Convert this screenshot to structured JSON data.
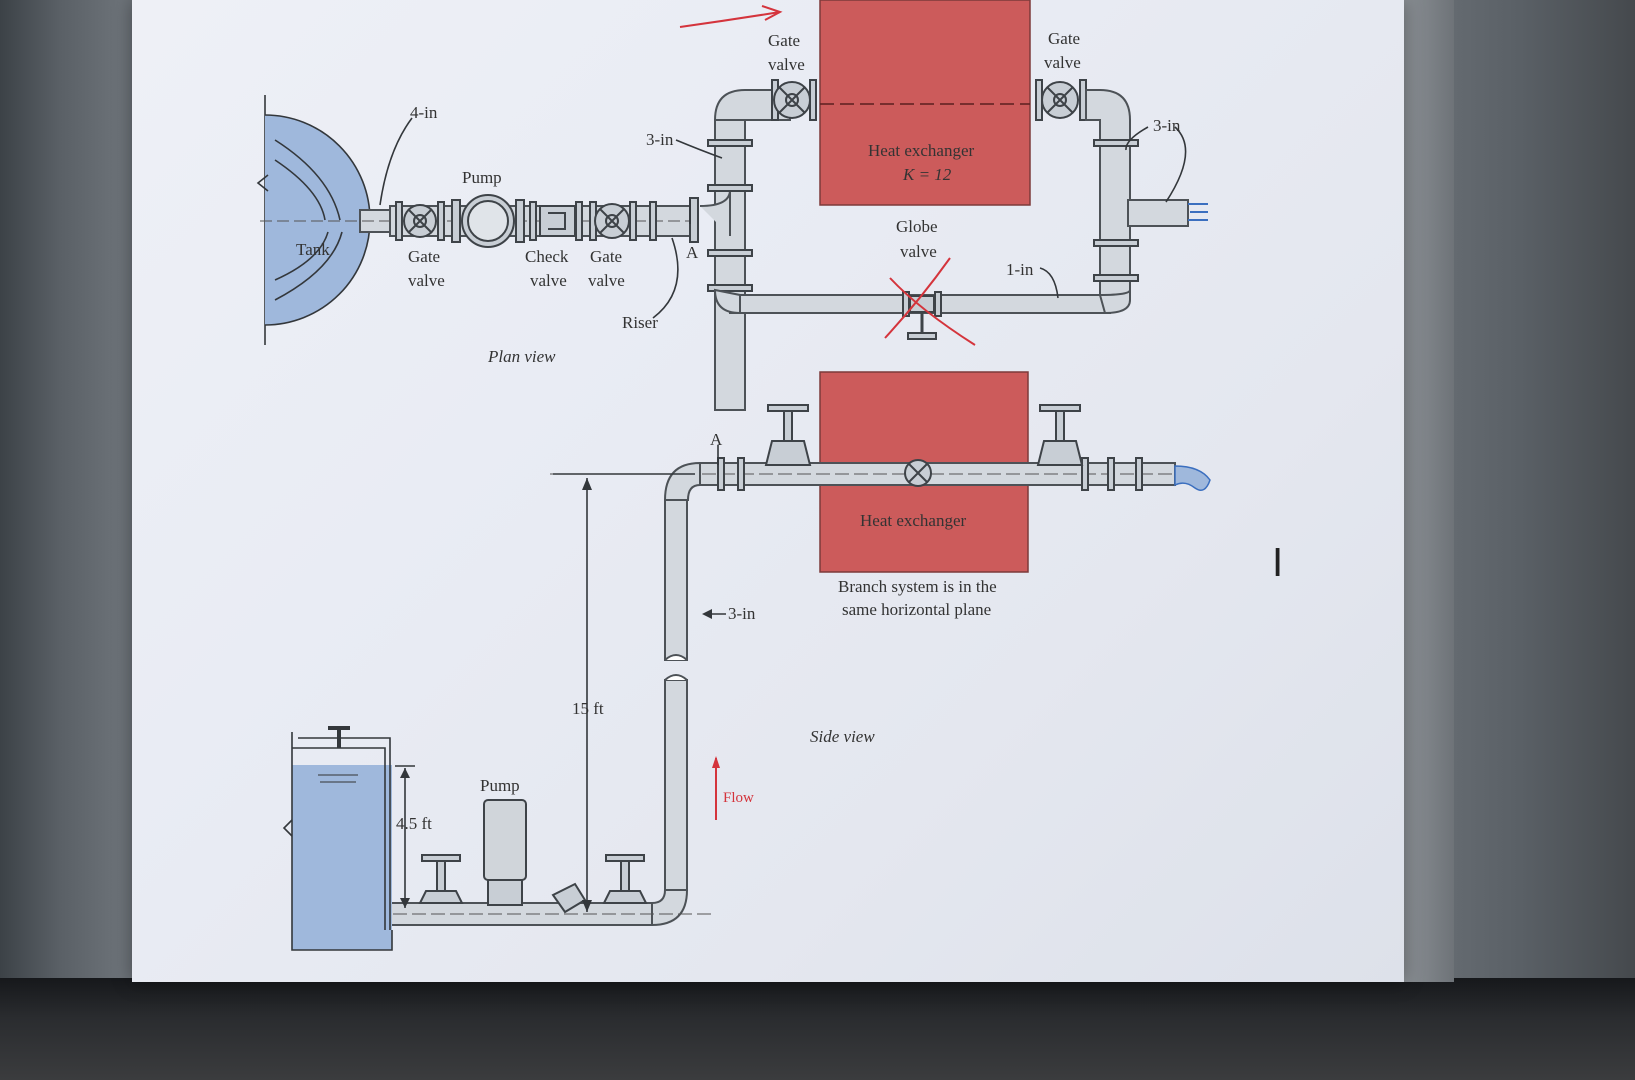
{
  "plan_view": {
    "caption": "Plan view",
    "tank": "Tank",
    "pipe_4in": "4-in",
    "pump": "Pump",
    "gate_valve_1": [
      "Gate",
      "valve"
    ],
    "check_valve": [
      "Check",
      "valve"
    ],
    "gate_valve_2": [
      "Gate",
      "valve"
    ],
    "riser": "Riser",
    "point_a": "A",
    "pipe_3in_left": "3-in",
    "gate_valve_top_left": [
      "Gate",
      "valve"
    ],
    "heat_exchanger": [
      "Heat exchanger",
      "K = 12"
    ],
    "gate_valve_top_right": [
      "Gate",
      "valve"
    ],
    "pipe_3in_right": "3-in",
    "globe_valve": [
      "Globe",
      "valve"
    ],
    "pipe_1in": "1-in"
  },
  "side_view": {
    "caption": "Side view",
    "point_a": "A",
    "heat_exchanger": "Heat exchanger",
    "branch_note": [
      "Branch system is in the",
      "same horizontal plane"
    ],
    "pipe_3in": "3-in",
    "height": "15 ft",
    "tank_depth": "4.5 ft",
    "pump": "Pump",
    "flow": "Flow"
  },
  "cursor": "I",
  "colors": {
    "heat_exchanger": "#cc5b5b",
    "water": "#9fb8dc",
    "annotation": "#d4343c"
  }
}
